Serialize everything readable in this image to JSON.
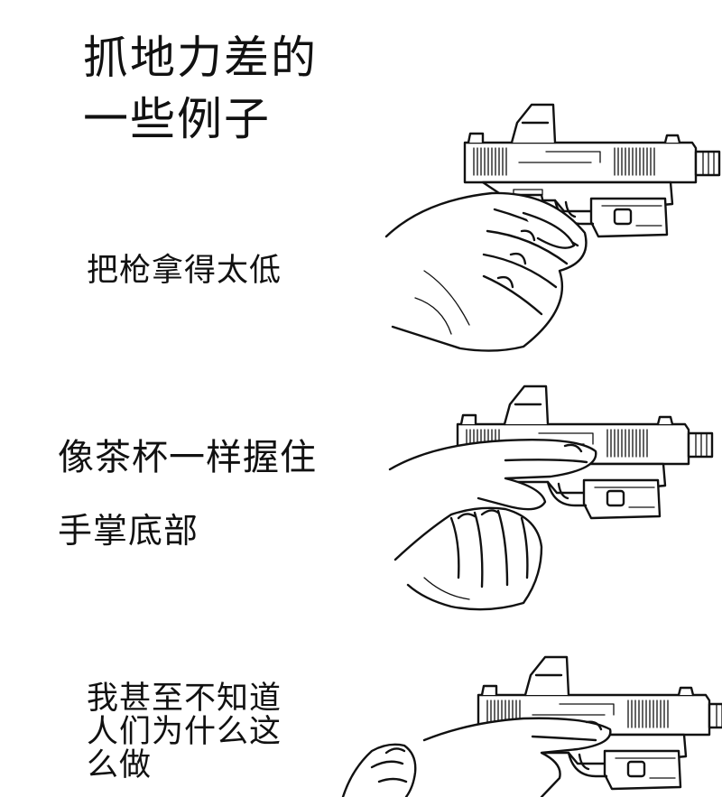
{
  "title": "抓地力差的\n一些例子",
  "examples": [
    {
      "caption": "把枪拿得太低",
      "illustration_icon": "pistol-low-grip-drawing"
    },
    {
      "caption_line1": "像茶杯一样握住",
      "caption_line2": "手掌底部",
      "illustration_icon": "pistol-teacup-grip-drawing"
    },
    {
      "caption": "我甚至不知道\n人们为什么这\n么做",
      "illustration_icon": "pistol-detached-hand-drawing"
    }
  ]
}
